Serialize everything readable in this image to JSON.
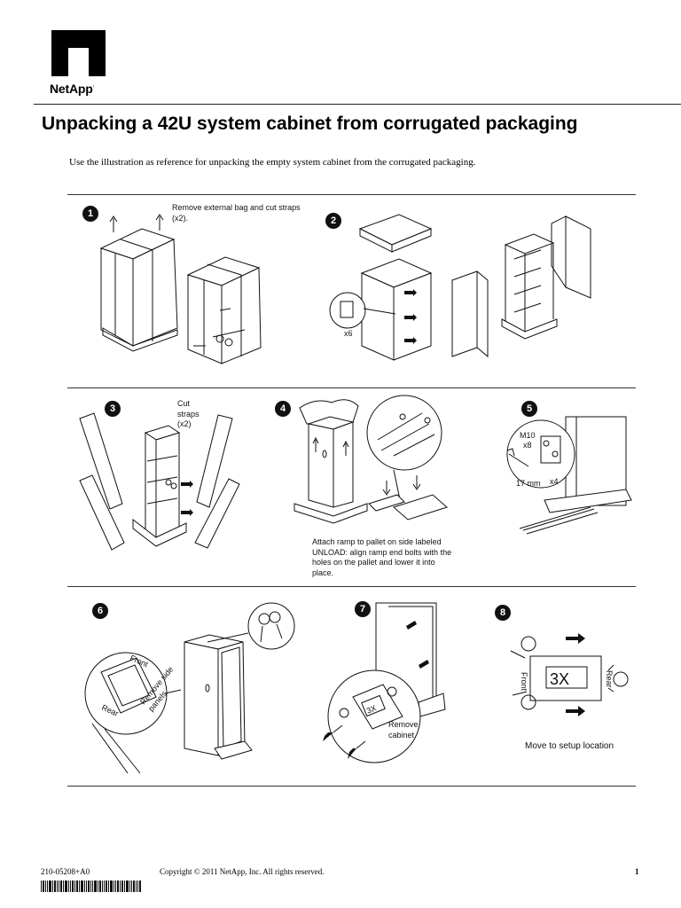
{
  "header": {
    "brand": "NetApp",
    "brand_mark": "·"
  },
  "title": "Unpacking a 42U system cabinet from corrugated packaging",
  "intro": "Use the illustration as reference for unpacking the empty system cabinet from the corrugated packaging.",
  "steps": [
    {
      "number": "1",
      "caption": "Remove external bag and cut straps (x2)."
    },
    {
      "number": "2",
      "caption": "",
      "callout": "x6"
    },
    {
      "number": "3",
      "caption": "Cut straps (x2)"
    },
    {
      "number": "4",
      "caption": "Attach ramp to pallet on side labeled UNLOAD: align ramp end bolts with the holes on the pallet and lower it into place."
    },
    {
      "number": "5",
      "caption": "",
      "tool_labels": {
        "bolt": "M10",
        "bolt_count": "x8",
        "wrench": "17 mm",
        "wrench_count": "x4"
      }
    },
    {
      "number": "6",
      "caption": "Remove side panels",
      "labels": {
        "front": "Front",
        "rear": "Rear"
      }
    },
    {
      "number": "7",
      "caption": "Remove cabinet",
      "badge": "3X"
    },
    {
      "number": "8",
      "caption": "Move to setup location",
      "labels": {
        "front": "Front",
        "rear": "Rear",
        "badge": "3X"
      }
    }
  ],
  "footer": {
    "doc_code": "210-05208+A0",
    "copyright": "Copyright © 2011 NetApp, Inc. All rights reserved.",
    "page": "1"
  },
  "colors": {
    "ink": "#111111",
    "rule": "#333333",
    "background": "#ffffff"
  }
}
